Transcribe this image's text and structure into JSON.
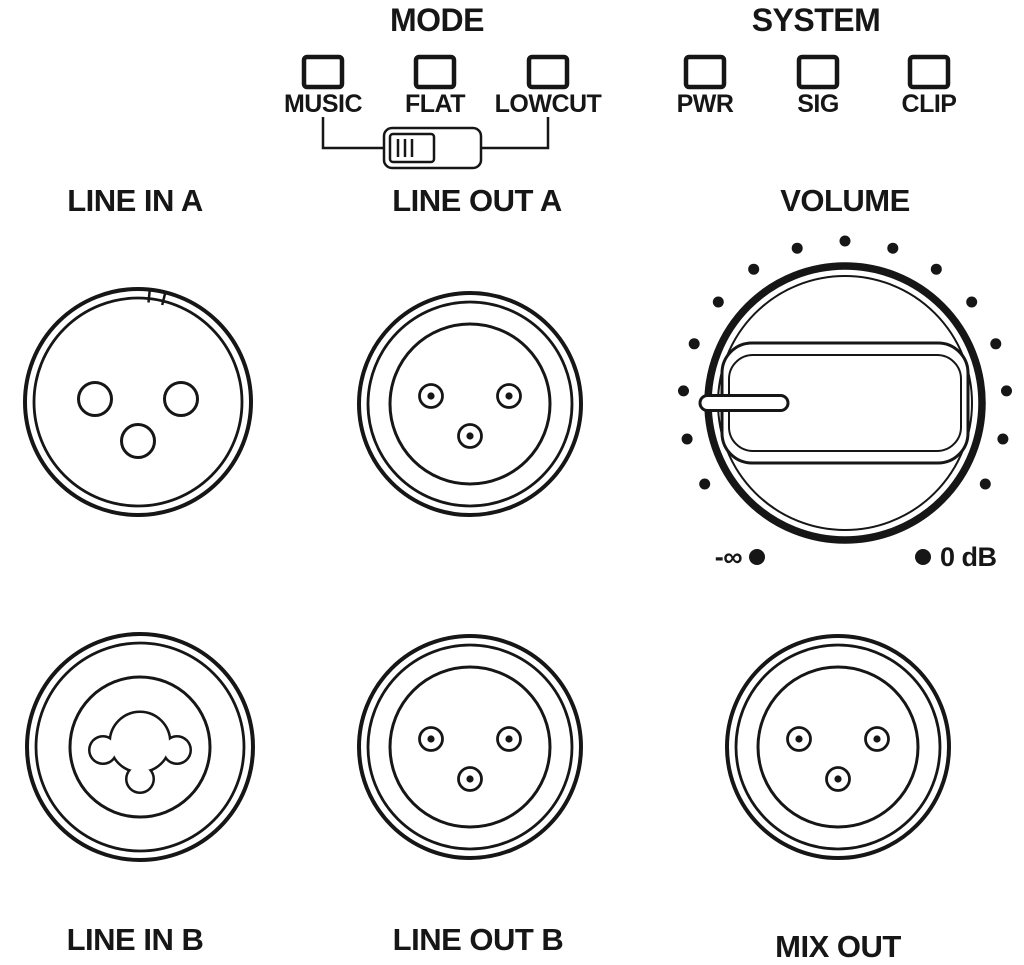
{
  "mode": {
    "title": "MODE",
    "leds": [
      "MUSIC",
      "FLAT",
      "LOWCUT"
    ]
  },
  "system": {
    "title": "SYSTEM",
    "leds": [
      "PWR",
      "SIG",
      "CLIP"
    ]
  },
  "connectors": {
    "line_in_a": "LINE IN A",
    "line_out_a": "LINE OUT A",
    "line_in_b": "LINE IN B",
    "line_out_b": "LINE OUT B",
    "mix_out": "MIX OUT"
  },
  "volume": {
    "title": "VOLUME",
    "min_label": "-∞",
    "max_label": "0 dB"
  },
  "colors": {
    "ink": "#161616",
    "background": "#ffffff"
  }
}
